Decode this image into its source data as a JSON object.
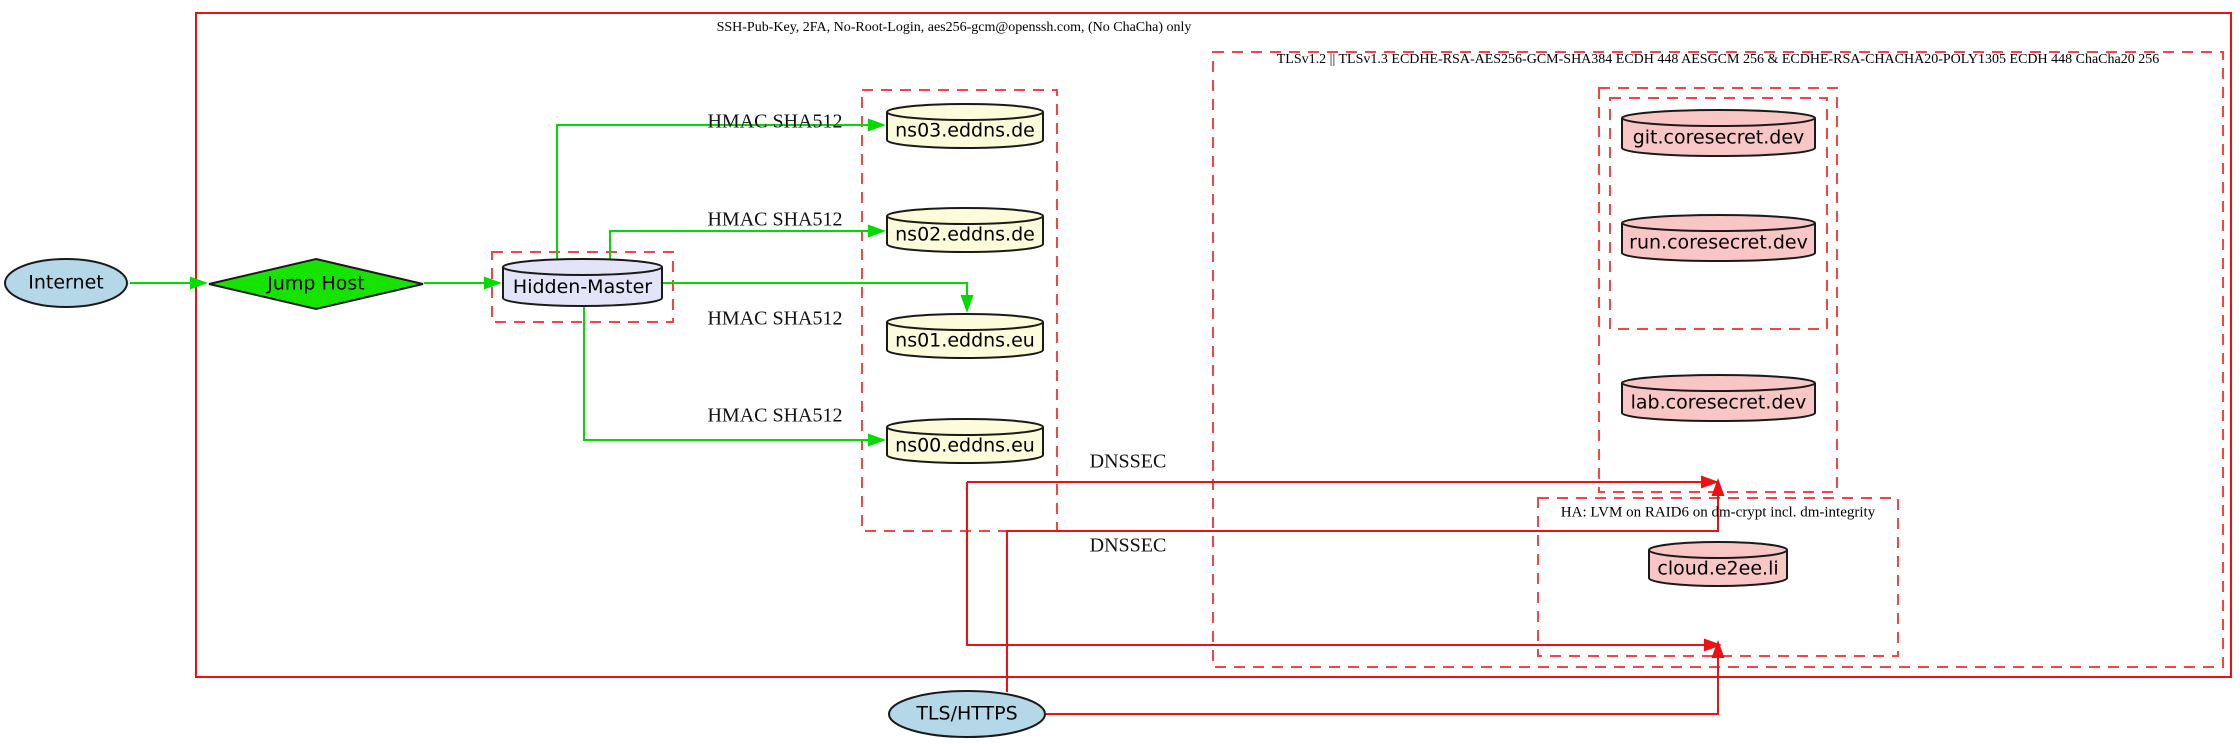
{
  "diagram_type": "network-security-topology",
  "background": "#ffffff",
  "palette": {
    "edge_green": "#00dc00",
    "edge_red": "#ee1111",
    "cluster_solid_red": "#ee1111",
    "cluster_dashed_red": "#f34545",
    "node_border": "#1a1a1a",
    "lightblue": "#b5d8e8",
    "green": "#16e400",
    "lavender": "#e4e4f8",
    "lightyellow": "#fdfcda",
    "pink": "#f9c6c6",
    "label_color": "#000000"
  },
  "clusters": [
    {
      "id": "ssh",
      "label": "SSH-Pub-Key, 2FA, No-Root-Login, aes256-gcm@openssh.com, (No ChaCha) only",
      "style": "solid"
    },
    {
      "id": "tls",
      "label": "TLSv1.2 || TLSv1.3 ECDHE-RSA-AES256-GCM-SHA384 ECDH 448 AESGCM 256 & ECDHE-RSA-CHACHA20-POLY1305 ECDH 448 ChaCha20 256",
      "style": "dashed"
    },
    {
      "id": "eddns",
      "label": "",
      "style": "dashed"
    },
    {
      "id": "hidden-master-enclosure",
      "label": "",
      "style": "dashed"
    },
    {
      "id": "coresecret-outer",
      "label": "",
      "style": "dashed"
    },
    {
      "id": "coresecret-inner",
      "label": "",
      "style": "dashed"
    },
    {
      "id": "ha",
      "label": "HA: LVM on RAID6 on dm-crypt incl. dm-integrity",
      "style": "dashed"
    }
  ],
  "nodes": [
    {
      "id": "internet",
      "label": "Internet",
      "shape": "ellipse",
      "fill": "lightblue"
    },
    {
      "id": "jump-host",
      "label": "Jump Host",
      "shape": "diamond",
      "fill": "green"
    },
    {
      "id": "hidden-master",
      "label": "Hidden-Master",
      "shape": "cylinder",
      "fill": "lavender"
    },
    {
      "id": "ns03",
      "label": "ns03.eddns.de",
      "shape": "cylinder",
      "fill": "lightyellow"
    },
    {
      "id": "ns02",
      "label": "ns02.eddns.de",
      "shape": "cylinder",
      "fill": "lightyellow"
    },
    {
      "id": "ns01",
      "label": "ns01.eddns.eu",
      "shape": "cylinder",
      "fill": "lightyellow"
    },
    {
      "id": "ns00",
      "label": "ns00.eddns.eu",
      "shape": "cylinder",
      "fill": "lightyellow"
    },
    {
      "id": "git",
      "label": "git.coresecret.dev",
      "shape": "cylinder",
      "fill": "pink"
    },
    {
      "id": "run",
      "label": "run.coresecret.dev",
      "shape": "cylinder",
      "fill": "pink"
    },
    {
      "id": "lab",
      "label": "lab.coresecret.dev",
      "shape": "cylinder",
      "fill": "pink"
    },
    {
      "id": "cloud",
      "label": "cloud.e2ee.li",
      "shape": "cylinder",
      "fill": "pink"
    },
    {
      "id": "tls-https",
      "label": "TLS/HTTPS",
      "shape": "ellipse",
      "fill": "lightblue"
    }
  ],
  "edge_labels": [
    {
      "id": "hmac-ns03",
      "text": "HMAC SHA512"
    },
    {
      "id": "hmac-ns02",
      "text": "HMAC SHA512"
    },
    {
      "id": "hmac-ns01",
      "text": "HMAC SHA512"
    },
    {
      "id": "hmac-ns00",
      "text": "HMAC SHA512"
    },
    {
      "id": "dnssec-1",
      "text": "DNSSEC"
    },
    {
      "id": "dnssec-2",
      "text": "DNSSEC"
    }
  ]
}
